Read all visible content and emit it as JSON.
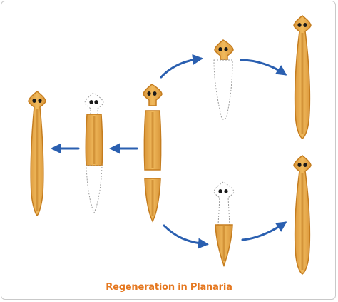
{
  "caption": "Regeneration in Planaria",
  "colors": {
    "body": "#e3a94a",
    "body_outline": "#c57d1f",
    "stripe": "#c9852c",
    "arrow": "#2a5fb0",
    "missing_outline": "#9a9a9a",
    "caption": "#e57820",
    "eye": "#1a1a1a"
  },
  "figures": [
    {
      "name": "left-worm-regenerated",
      "state": "whole"
    },
    {
      "name": "middle-left-worm-regrowing-head-and-tail",
      "state": "middle-piece"
    },
    {
      "name": "center-worm-being-cut",
      "state": "cut-in-three"
    },
    {
      "name": "top-middle-head-regrowing-body",
      "state": "head-only"
    },
    {
      "name": "top-right-worm-regenerated",
      "state": "whole"
    },
    {
      "name": "bottom-middle-tail-regrowing-head",
      "state": "tail-only"
    },
    {
      "name": "bottom-right-worm-regenerated",
      "state": "whole"
    }
  ],
  "arrows": [
    {
      "name": "arrow-center-to-middle-left"
    },
    {
      "name": "arrow-middle-left-to-left"
    },
    {
      "name": "arrow-center-to-top-middle"
    },
    {
      "name": "arrow-top-middle-to-top-right"
    },
    {
      "name": "arrow-center-to-bottom-middle"
    },
    {
      "name": "arrow-bottom-middle-to-bottom-right"
    }
  ]
}
